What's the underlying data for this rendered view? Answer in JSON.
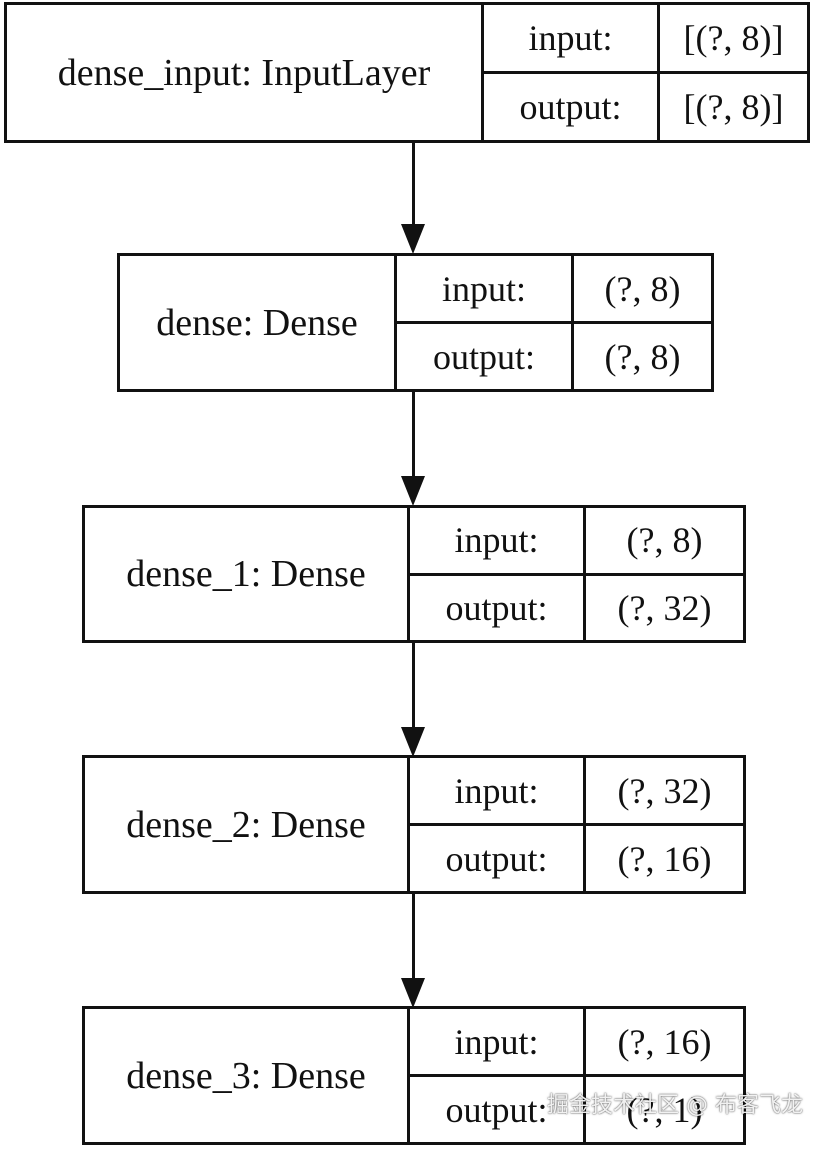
{
  "layers": [
    {
      "name": "dense_input: InputLayer",
      "input_label": "input:",
      "input_value": "[(?, 8)]",
      "output_label": "output:",
      "output_value": "[(?, 8)]"
    },
    {
      "name": "dense: Dense",
      "input_label": "input:",
      "input_value": "(?, 8)",
      "output_label": "output:",
      "output_value": "(?, 8)"
    },
    {
      "name": "dense_1: Dense",
      "input_label": "input:",
      "input_value": "(?, 8)",
      "output_label": "output:",
      "output_value": "(?, 32)"
    },
    {
      "name": "dense_2: Dense",
      "input_label": "input:",
      "input_value": "(?, 32)",
      "output_label": "output:",
      "output_value": "(?, 16)"
    },
    {
      "name": "dense_3: Dense",
      "input_label": "input:",
      "input_value": "(?, 16)",
      "output_label": "output:",
      "output_value": "(?, 1)"
    }
  ],
  "watermark": "掘金技术社区 @ 布客飞龙"
}
